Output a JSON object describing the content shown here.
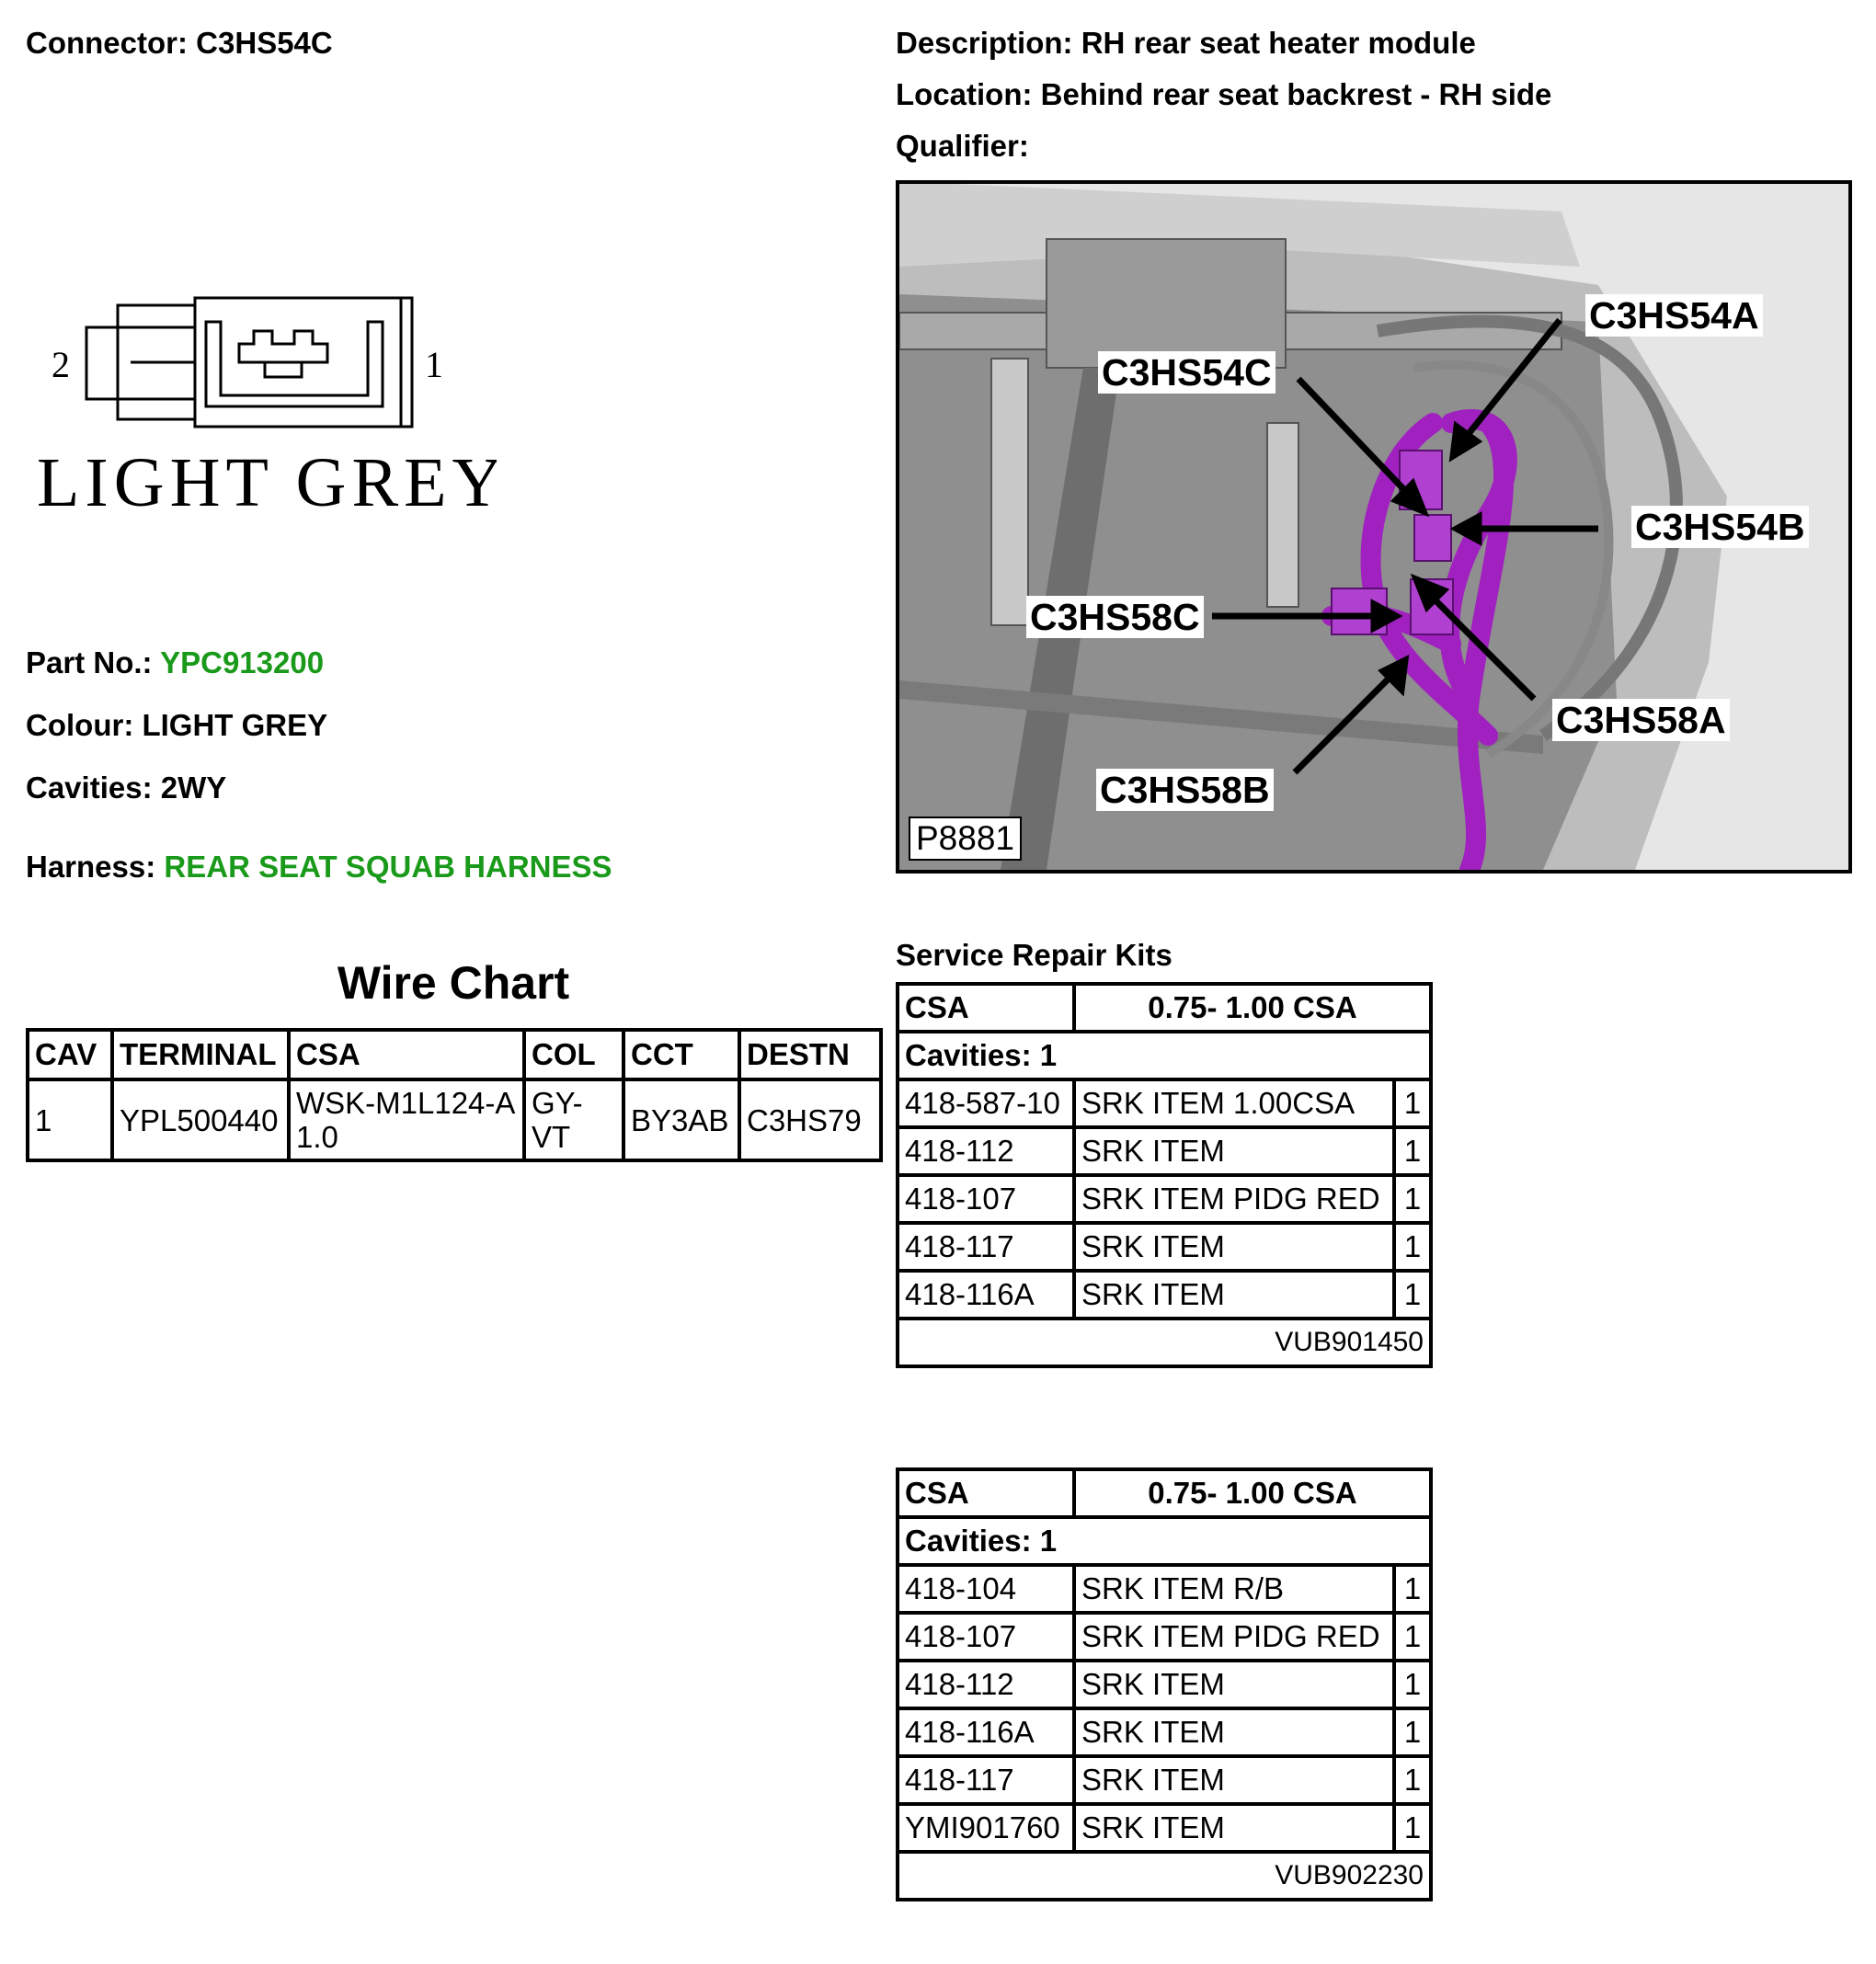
{
  "connector": {
    "label": "Connector:",
    "value": "C3HS54C"
  },
  "description": {
    "label": "Description:",
    "value": "RH rear seat heater module"
  },
  "location": {
    "label": "Location:",
    "value": "Behind rear seat backrest - RH side"
  },
  "qualifier": {
    "label": "Qualifier:",
    "value": ""
  },
  "diagram": {
    "pin_left": "2",
    "pin_right": "1",
    "colour_text": "LIGHT GREY"
  },
  "part_no": {
    "label": "Part No.:",
    "value": "YPC913200"
  },
  "colour": {
    "label": "Colour:",
    "value": "LIGHT GREY"
  },
  "cavities": {
    "label": "Cavities:",
    "value": "2WY"
  },
  "harness": {
    "label": "Harness:",
    "value": "REAR SEAT SQUAB HARNESS"
  },
  "wire_chart": {
    "title": "Wire Chart",
    "headers": [
      "CAV",
      "TERMINAL",
      "CSA",
      "COL",
      "CCT",
      "DESTN"
    ],
    "rows": [
      {
        "cav": "1",
        "terminal": "YPL500440",
        "csa": "WSK-M1L124-A 1.0",
        "col": "GY-VT",
        "cct": "BY3AB",
        "destn": "C3HS79"
      }
    ]
  },
  "photo": {
    "code": "P8881",
    "callouts": [
      "C3HS54A",
      "C3HS54C",
      "C3HS54B",
      "C3HS58C",
      "C3HS58A",
      "C3HS58B"
    ],
    "colors": {
      "harness": "#a020c0",
      "background": "#bdbdbd"
    }
  },
  "service_repair_kits": {
    "title": "Service Repair Kits",
    "kits": [
      {
        "csa_label": "CSA",
        "csa_value": "0.75- 1.00 CSA",
        "cavities": "Cavities: 1",
        "items": [
          {
            "code": "418-587-10",
            "name": "SRK ITEM 1.00CSA",
            "qty": "1"
          },
          {
            "code": "418-112",
            "name": "SRK ITEM",
            "qty": "1"
          },
          {
            "code": "418-107",
            "name": "SRK ITEM PIDG RED",
            "qty": "1"
          },
          {
            "code": "418-117",
            "name": "SRK ITEM",
            "qty": "1"
          },
          {
            "code": "418-116A",
            "name": "SRK ITEM",
            "qty": "1"
          }
        ],
        "kit_number": "VUB901450"
      },
      {
        "csa_label": "CSA",
        "csa_value": "0.75- 1.00 CSA",
        "cavities": "Cavities: 1",
        "items": [
          {
            "code": "418-104",
            "name": "SRK ITEM R/B",
            "qty": "1"
          },
          {
            "code": "418-107",
            "name": "SRK ITEM PIDG RED",
            "qty": "1"
          },
          {
            "code": "418-112",
            "name": "SRK ITEM",
            "qty": "1"
          },
          {
            "code": "418-116A",
            "name": "SRK ITEM",
            "qty": "1"
          },
          {
            "code": "418-117",
            "name": "SRK ITEM",
            "qty": "1"
          },
          {
            "code": "YMI901760",
            "name": "SRK ITEM",
            "qty": "1"
          }
        ],
        "kit_number": "VUB902230"
      }
    ]
  }
}
